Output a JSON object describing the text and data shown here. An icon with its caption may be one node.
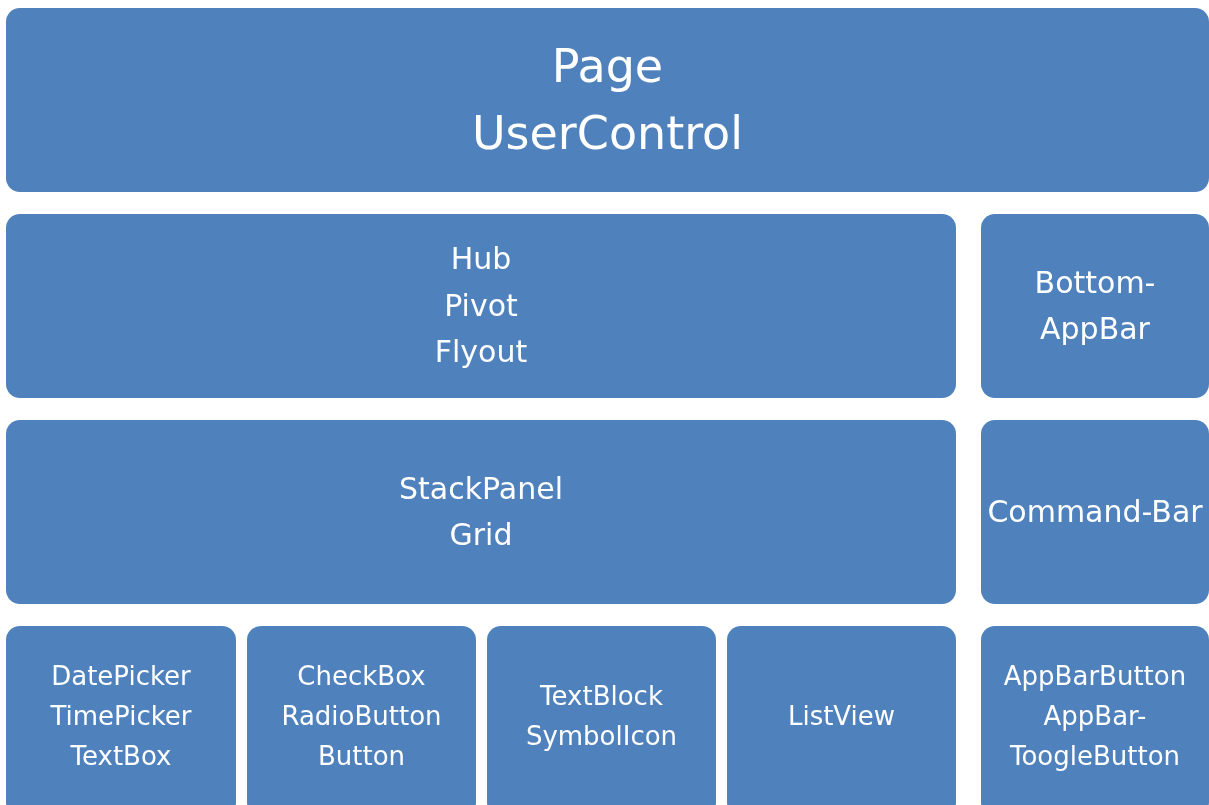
{
  "diagram": {
    "nodes": [
      {
        "text": [
          "Page",
          "UserControl"
        ]
      },
      {
        "text": [
          "Hub",
          "Pivot",
          "Flyout"
        ]
      },
      {
        "text": [
          "Bottom-AppBar"
        ]
      },
      {
        "text": [
          "StackPanel",
          "Grid"
        ]
      },
      {
        "text": [
          "Command-Bar"
        ]
      },
      {
        "text": [
          "DatePicker",
          "TimePicker",
          "TextBox"
        ]
      },
      {
        "text": [
          "CheckBox",
          "RadioButton",
          "Button"
        ]
      },
      {
        "text": [
          "TextBlock",
          "SymbolIcon"
        ]
      },
      {
        "text": [
          "ListView"
        ]
      },
      {
        "text": [
          "AppBarButton",
          "AppBar-ToogleButton"
        ]
      }
    ]
  }
}
